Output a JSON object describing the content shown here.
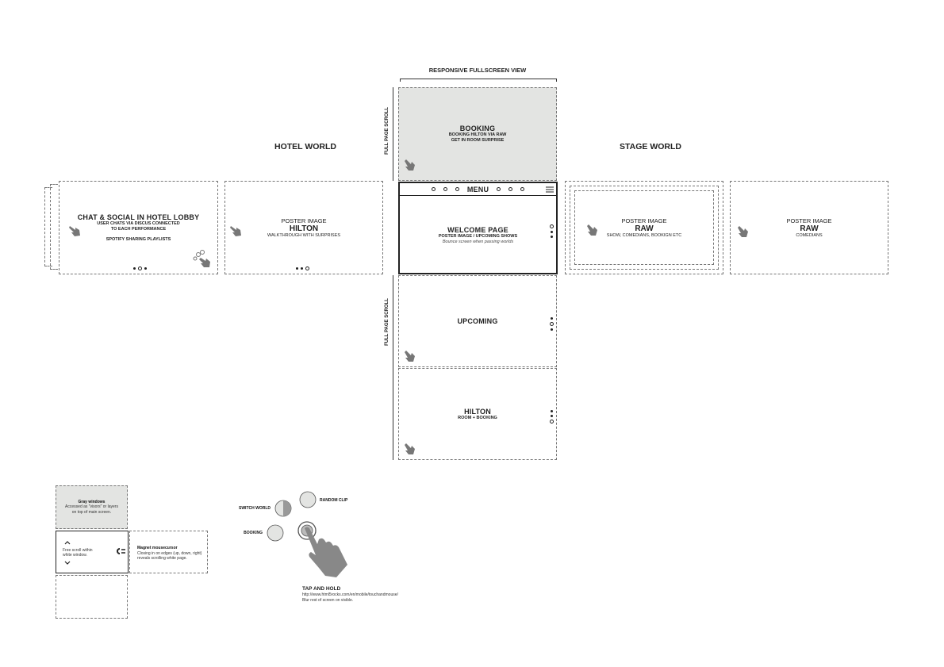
{
  "responsive_label": "RESPONSIVE FULLSCREEN VIEW",
  "full_page_scroll": "FULL PAGE SCROLL",
  "hotel_world": "HOTEL WORLD",
  "stage_world": "STAGE WORLD",
  "booking": {
    "title": "BOOKING",
    "line1": "BOOKING HILTON VIA RAW",
    "line2": "GET IN ROOM SURPRISE"
  },
  "menu": {
    "label": "MENU"
  },
  "welcome": {
    "title": "WELCOME PAGE",
    "line1": "POSTER IMAGE / UPCOMING SHOWS",
    "note": "Bounce screen when passing worlds"
  },
  "upcoming": {
    "title": "UPCOMING"
  },
  "hilton_bottom": {
    "title": "HILTON",
    "line1": "ROOM + BOOKING"
  },
  "chat": {
    "title": "CHAT & SOCIAL IN HOTEL LOBBY",
    "line1": "USER CHATS VIA DISCUS CONNECTED",
    "line2": "TO EACH PERFORMANCE",
    "line3": "SPOTIFY SHARING PLAYLISTS"
  },
  "hilton_poster": {
    "pre": "POSTER IMAGE",
    "title": "HILTON",
    "line1": "WALKTHROUGH WITH SURPRISES"
  },
  "raw_poster1": {
    "pre": "POSTER IMAGE",
    "title": "RAW",
    "line1": "SHOW, COMEDIANS, BOOKIGN ETC"
  },
  "raw_poster2": {
    "pre": "POSTER IMAGE",
    "title": "RAW",
    "line1": "COMEDIANS"
  },
  "legend": {
    "gray_title": "Gray windows",
    "gray_line1": "Accessed as \"visors\" or layers",
    "gray_line2": "on top of main screen.",
    "free_line1": "Free scroll within",
    "free_line2": "white window.",
    "magnet_title": "Magnet mousecursor",
    "magnet_line1": "Closing in on edges (up, down, right)",
    "magnet_line2": "reveals scrolling white page."
  },
  "controls": {
    "switch_world": "SWITCH WORLD",
    "random_clip": "RANDOM CLIP",
    "booking": "BOOKING",
    "tap_title": "TAP AND HOLD",
    "tap_url": "http://www.html5rocks.com/en/mobile/touchandmouse/",
    "tap_note": "Blur rest of screen on visible."
  }
}
